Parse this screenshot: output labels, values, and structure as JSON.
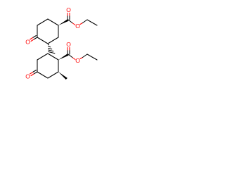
{
  "molecule": {
    "atom_labels": {
      "ketone_top": "O",
      "ester_top_carbonyl": "O",
      "ester_top_ether": "O",
      "ketone_bottom": "O",
      "ester_bottom_carbonyl": "O",
      "ester_bottom_ether": "O"
    },
    "colors": {
      "bond": "#000000",
      "oxygen": "#ff0000",
      "background": "#ffffff"
    }
  }
}
